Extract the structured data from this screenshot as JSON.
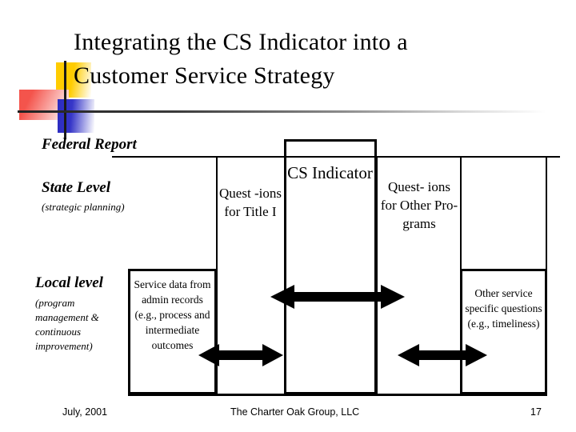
{
  "title": {
    "line1": "Integrating the CS Indicator into a",
    "line2": "Customer Service Strategy"
  },
  "diagram": {
    "rows": [
      {
        "label": "Federal Report",
        "sublabel": ""
      },
      {
        "label": "State Level",
        "sublabel": "(strategic planning)"
      },
      {
        "label": "Local level",
        "sublabel": "(program management & continuous improvement)"
      }
    ],
    "columns": [
      {
        "name": "title-one-questions",
        "text": "Quest -ions for Title I"
      },
      {
        "name": "cs-indicator",
        "text": "CS Indicator"
      },
      {
        "name": "other-program-questions",
        "text": "Quest- ions for Other Pro- grams"
      }
    ],
    "boxes": [
      {
        "name": "service-data-box",
        "text": "Service data from admin records (e.g., process and intermediate outcomes"
      },
      {
        "name": "other-service-questions-box",
        "text": "Other service specific questions (e.g., timeliness)"
      }
    ],
    "arrows": [
      {
        "name": "arrow-cs-indicator-to-other-programs",
        "direction": "double"
      },
      {
        "name": "arrow-service-data-to-cs-indicator",
        "direction": "double"
      },
      {
        "name": "arrow-cs-indicator-to-other-service",
        "direction": "double"
      }
    ]
  },
  "logo": {
    "yellow": "#ffcc00",
    "red": "#f4544c",
    "blue": "#2b2bc0",
    "cross": "#1a1a1a"
  },
  "footer": {
    "date": "July, 2001",
    "organization": "The Charter Oak Group, LLC",
    "page_number": "17"
  }
}
